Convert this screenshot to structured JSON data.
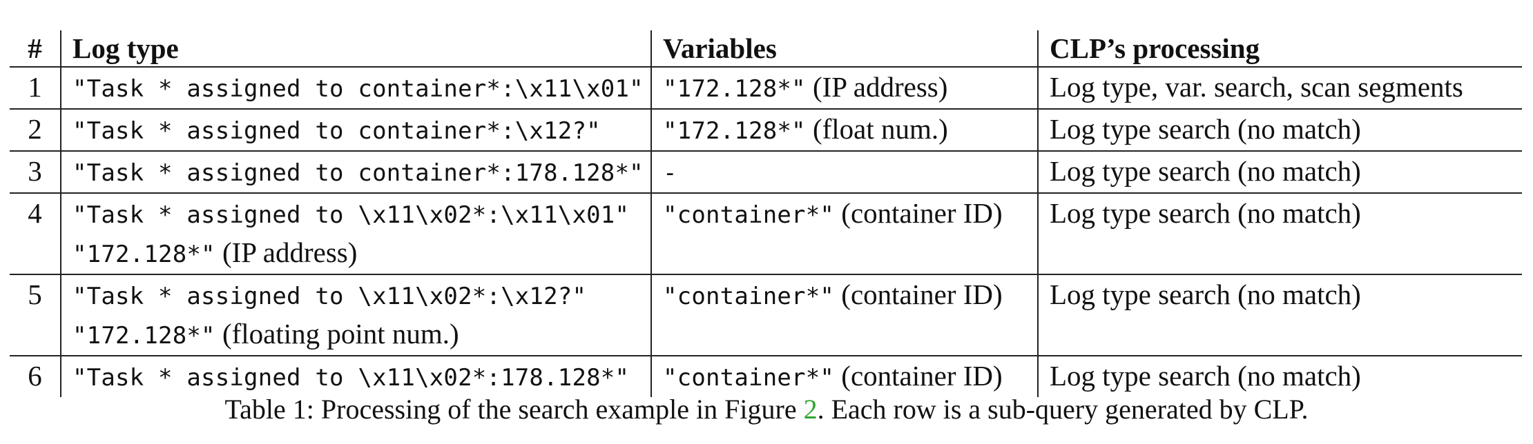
{
  "table": {
    "headers": {
      "num": "#",
      "log_type": "Log type",
      "variables": "Variables",
      "processing": "CLP’s processing"
    },
    "rows": [
      {
        "num": "1",
        "log_type_code": "\"Task * assigned to container*:\\x11\\x01\"",
        "log_type_code_2": "",
        "log_type_note_2": "",
        "var_code": "\"172.128*\"",
        "var_note": " (IP address)",
        "processing": "Log type, var. search, scan segments"
      },
      {
        "num": "2",
        "log_type_code": "\"Task * assigned to container*:\\x12?\"",
        "log_type_code_2": "",
        "log_type_note_2": "",
        "var_code": "\"172.128*\"",
        "var_note": " (float num.)",
        "processing": "Log type search (no match)"
      },
      {
        "num": "3",
        "log_type_code": "\"Task * assigned to container*:178.128*\"",
        "log_type_code_2": "",
        "log_type_note_2": "",
        "var_code": "-",
        "var_note": "",
        "processing": "Log type search (no match)"
      },
      {
        "num": "4",
        "log_type_code": "\"Task * assigned to \\x11\\x02*:\\x11\\x01\"",
        "log_type_code_2": "\"172.128*\"",
        "log_type_note_2": " (IP address)",
        "var_code": "\"container*\"",
        "var_note": " (container ID)",
        "processing": "Log type search (no match)"
      },
      {
        "num": "5",
        "log_type_code": "\"Task * assigned to \\x11\\x02*:\\x12?\"",
        "log_type_code_2": "\"172.128*\"",
        "log_type_note_2": " (floating point num.)",
        "var_code": "\"container*\"",
        "var_note": " (container ID)",
        "processing": "Log type search (no match)"
      },
      {
        "num": "6",
        "log_type_code": "\"Task * assigned to \\x11\\x02*:178.128*\"",
        "log_type_code_2": "",
        "log_type_note_2": "",
        "var_code": "\"container*\"",
        "var_note": " (container ID)",
        "processing": "Log type search (no match)"
      }
    ]
  },
  "caption": {
    "label": "Table 1:",
    "text_before": " Processing of the search example in Figure ",
    "figure_ref": "2",
    "text_after": ". Each row is a sub-query generated by CLP.",
    "ref_color": "#2fa52f"
  }
}
